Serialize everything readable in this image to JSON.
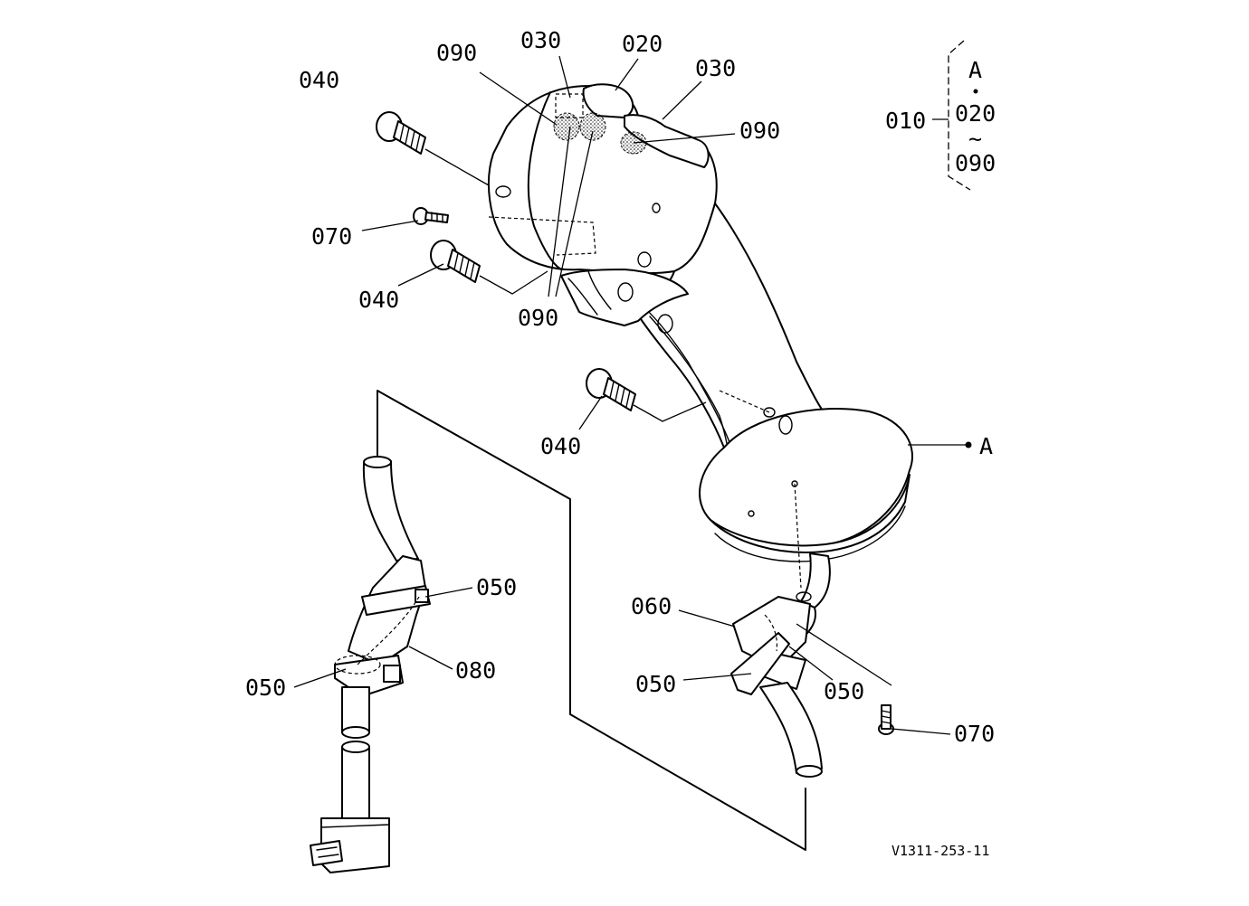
{
  "labels": {
    "p090_top_left": "090",
    "p030_top": "030",
    "p020_top": "020",
    "p030_right": "030",
    "p090_right": "090",
    "p040_top": "040",
    "p070_left": "070",
    "p040_mid": "040",
    "p090_bottom": "090",
    "p040_lower": "040",
    "point_a": "A",
    "p050_left_top": "050",
    "p080": "080",
    "p050_left_bottom": "050",
    "p060": "060",
    "p050_right_left": "050",
    "p050_right_right": "050",
    "p070_right": "070"
  },
  "legend": {
    "assembly": "010",
    "marker": "A",
    "from": "020",
    "tilde": "~",
    "to": "090"
  },
  "reference_code": "V1311-253-11"
}
